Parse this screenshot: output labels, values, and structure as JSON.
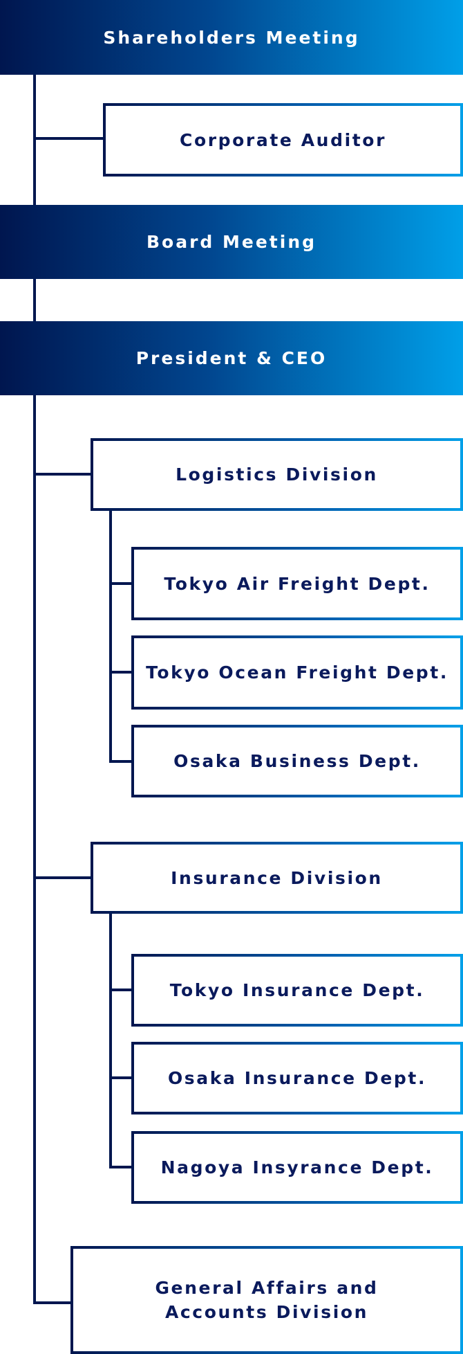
{
  "colors": {
    "gradient_start": "#00164f",
    "gradient_end": "#009fe8",
    "line": "#00164f",
    "text": "#0a1a5c"
  },
  "shareholders": "Shareholders Meeting",
  "auditor": "Corporate Auditor",
  "board": "Board Meeting",
  "president": "President & CEO",
  "logistics": {
    "title": "Logistics Division",
    "depts": [
      "Tokyo Air Freight Dept.",
      "Tokyo Ocean Freight Dept.",
      "Osaka Business Dept."
    ]
  },
  "insurance": {
    "title": "Insurance Division",
    "depts": [
      "Tokyo Insurance Dept.",
      "Osaka Insurance Dept.",
      "Nagoya Insyrance Dept."
    ]
  },
  "general": {
    "line1": "General Affairs and",
    "line2": "Accounts Division"
  }
}
